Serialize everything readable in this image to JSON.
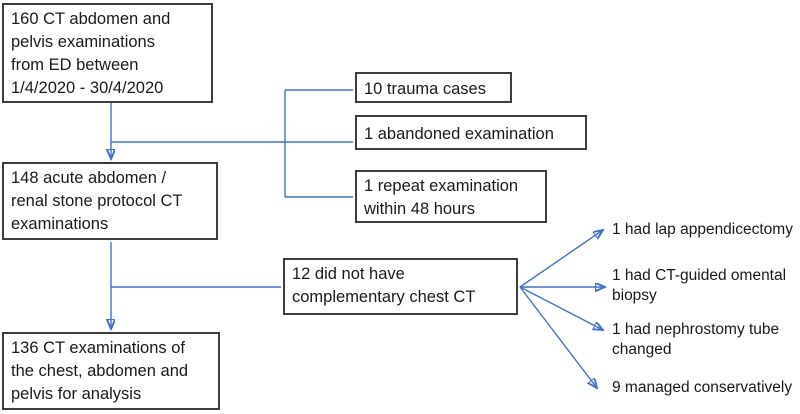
{
  "flowchart": {
    "boxes": {
      "initial": {
        "text": "160 CT abdomen and\npelvis examinations\nfrom ED between\n1/4/2020 - 30/4/2020"
      },
      "trauma": {
        "text": "10 trauma cases"
      },
      "abandoned": {
        "text": "1 abandoned examination"
      },
      "repeat": {
        "text": "1 repeat examination\nwithin 48 hours"
      },
      "protocol": {
        "text": "148 acute abdomen /\nrenal stone protocol CT\nexaminations"
      },
      "no_chest_ct": {
        "text": "12 did not have\ncomplementary chest CT"
      },
      "final": {
        "text": "136 CT examinations of\nthe chest, abdomen and\npelvis for analysis"
      }
    },
    "outcomes": [
      {
        "text": "1 had lap appendicectomy"
      },
      {
        "text": "1 had CT-guided omental\nbiopsy"
      },
      {
        "text": "1 had nephrostomy tube\nchanged"
      },
      {
        "text": "9 managed conservatively"
      }
    ],
    "colors": {
      "connector": "#4472C4",
      "box_border": "#3D3D3D",
      "text": "#1A1A1A",
      "background": "#FFFFFF"
    }
  }
}
